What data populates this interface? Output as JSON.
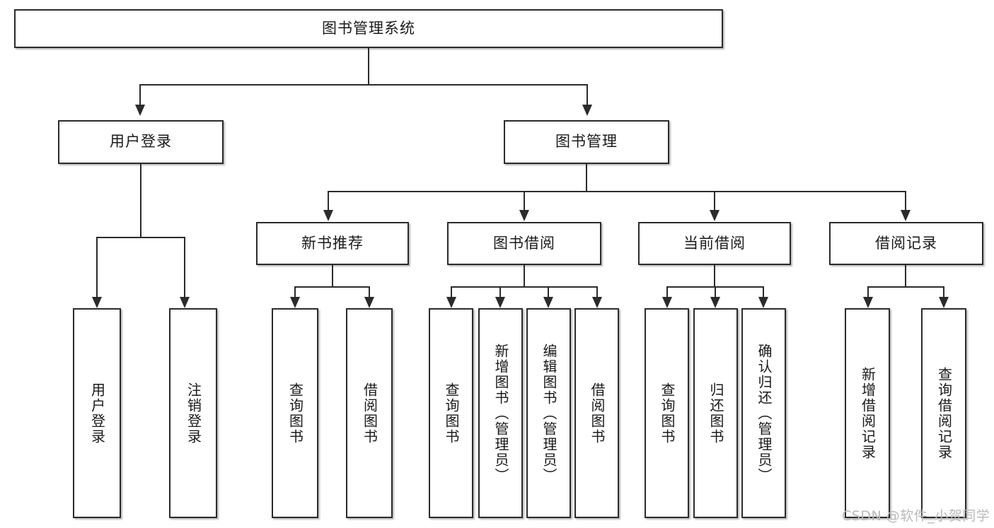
{
  "diagram": {
    "title": "图书管理系统",
    "watermark": "CSDN @软件_小贺同学",
    "colors": {
      "border": "#2b2b2b",
      "background": "#ffffff",
      "text": "#1a1a1a",
      "watermark": "#b9b9b9"
    },
    "root": {
      "label": "图书管理系统"
    },
    "level2": [
      {
        "label": "用户登录"
      },
      {
        "label": "图书管理"
      }
    ],
    "level3": [
      {
        "label": "新书推荐"
      },
      {
        "label": "图书借阅"
      },
      {
        "label": "当前借阅"
      },
      {
        "label": "借阅记录"
      }
    ],
    "leaves": {
      "user_login": [
        {
          "label": "用户登录"
        },
        {
          "label": "注销登录"
        }
      ],
      "new_book_recommend": [
        {
          "label": "查询图书"
        },
        {
          "label": "借阅图书"
        }
      ],
      "book_borrow": [
        {
          "label": "查询图书"
        },
        {
          "label": "新增图书（管理员）"
        },
        {
          "label": "编辑图书（管理员）"
        },
        {
          "label": "借阅图书"
        }
      ],
      "current_borrow": [
        {
          "label": "查询图书"
        },
        {
          "label": "归还图书"
        },
        {
          "label": "确认归还（管理员）"
        }
      ],
      "borrow_record": [
        {
          "label": "新增借阅记录"
        },
        {
          "label": "查询借阅记录"
        }
      ]
    }
  }
}
